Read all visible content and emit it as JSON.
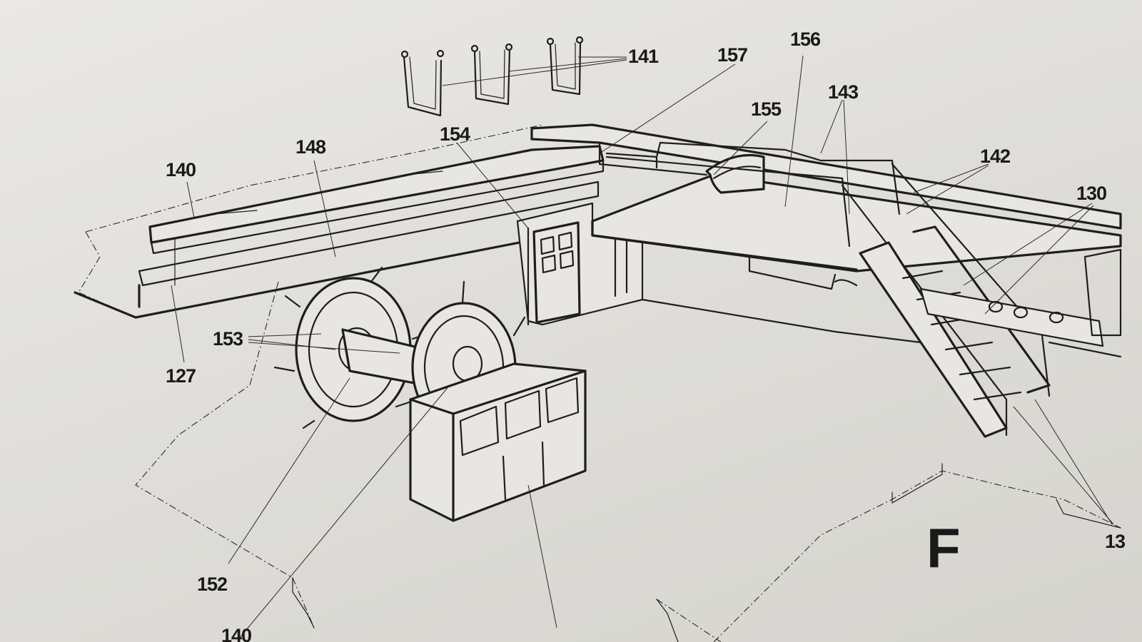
{
  "sheet_letter": "F",
  "callouts": {
    "c141": "141",
    "c157": "157",
    "c156": "156",
    "c143": "143",
    "c155": "155",
    "c148": "148",
    "c154": "154",
    "c140": "140",
    "c142": "142",
    "c130": "130",
    "c153": "153",
    "c127": "127",
    "c152": "152",
    "c14x": "140",
    "c13x": "13"
  }
}
